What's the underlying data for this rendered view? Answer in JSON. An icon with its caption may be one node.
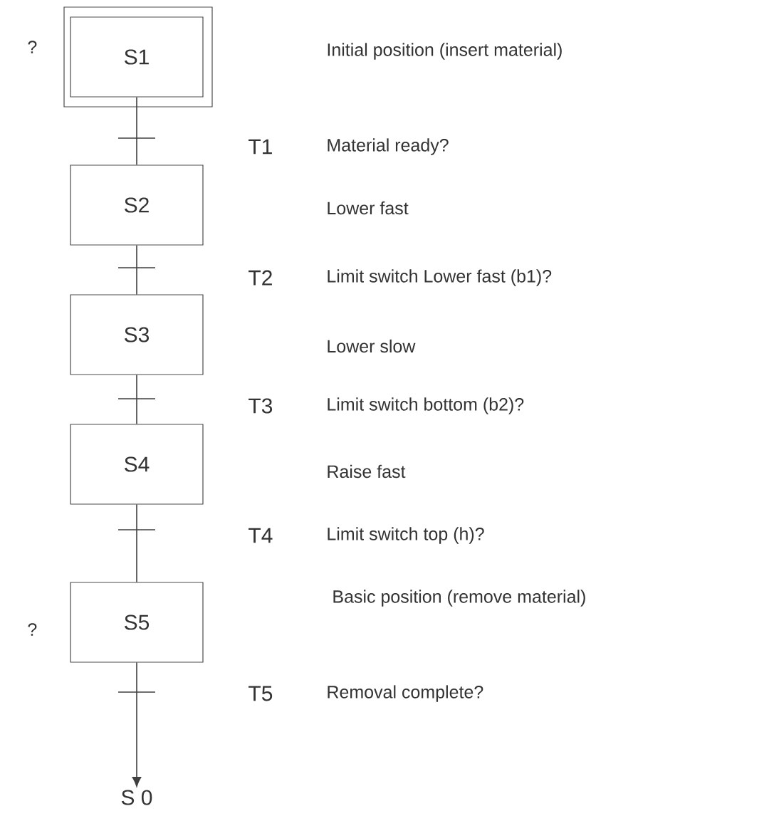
{
  "diagram": {
    "nodes": [
      {
        "text": [
          "S1"
        ]
      },
      {
        "text": [
          "S2"
        ]
      },
      {
        "text": [
          "S3"
        ]
      },
      {
        "text": [
          "S4"
        ]
      },
      {
        "text": [
          "S5"
        ]
      },
      {
        "text": [
          "S 0"
        ]
      }
    ],
    "edges": [
      {
        "from": 0,
        "to": 1,
        "arrow": "none",
        "label": "T1"
      },
      {
        "from": 1,
        "to": 2,
        "arrow": "none",
        "label": "T2"
      },
      {
        "from": 2,
        "to": 3,
        "arrow": "none",
        "label": "T3"
      },
      {
        "from": 3,
        "to": 4,
        "arrow": "none",
        "label": "T4"
      },
      {
        "from": 4,
        "to": 5,
        "arrow": "to",
        "label": "T5"
      }
    ],
    "labels": [
      "?",
      "Initial position (insert material)",
      "Material ready?",
      "Lower fast",
      "Limit switch Lower fast (b1)?",
      "Lower slow",
      "Limit switch bottom (b2)?",
      "Raise fast",
      "Limit switch top (h)?",
      "Basic position (remove material)",
      "?",
      "Removal complete?"
    ]
  }
}
